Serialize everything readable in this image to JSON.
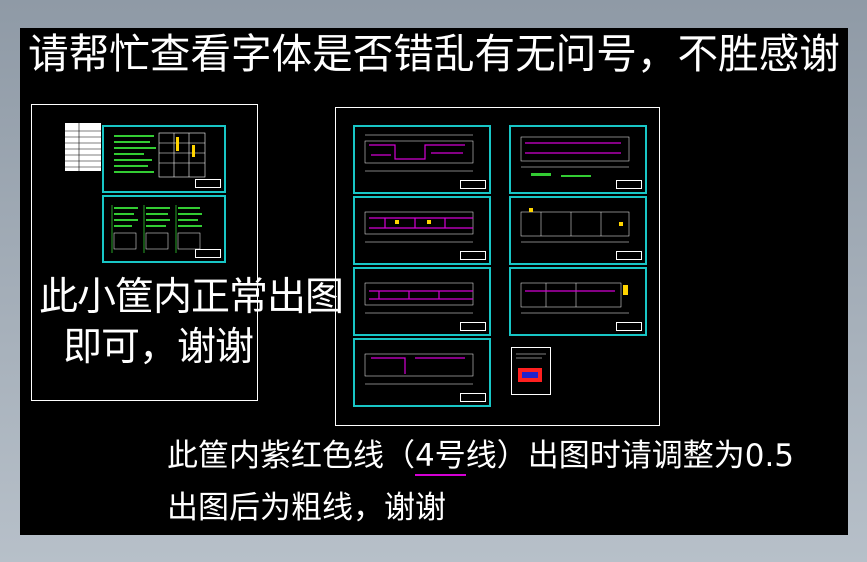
{
  "colors": {
    "canvas": "#000000",
    "frame": "#ffffff",
    "sheet_border": "#18c6c6",
    "purple_line": "#d400d4",
    "green_text": "#33cc33",
    "red": "#ff2020"
  },
  "header": {
    "text": "请帮忙查看字体是否错乱有无问号，不胜感谢"
  },
  "left_frame": {
    "note_line1": "此小筐内正常出图",
    "note_line2": "即可，谢谢"
  },
  "bottom_note": {
    "line1_prefix": "此筐内紫红色线（",
    "line1_highlight": "4号",
    "line1_suffix": "线）出图时请调整为0.5",
    "line2": "出图后为粗线，谢谢"
  }
}
